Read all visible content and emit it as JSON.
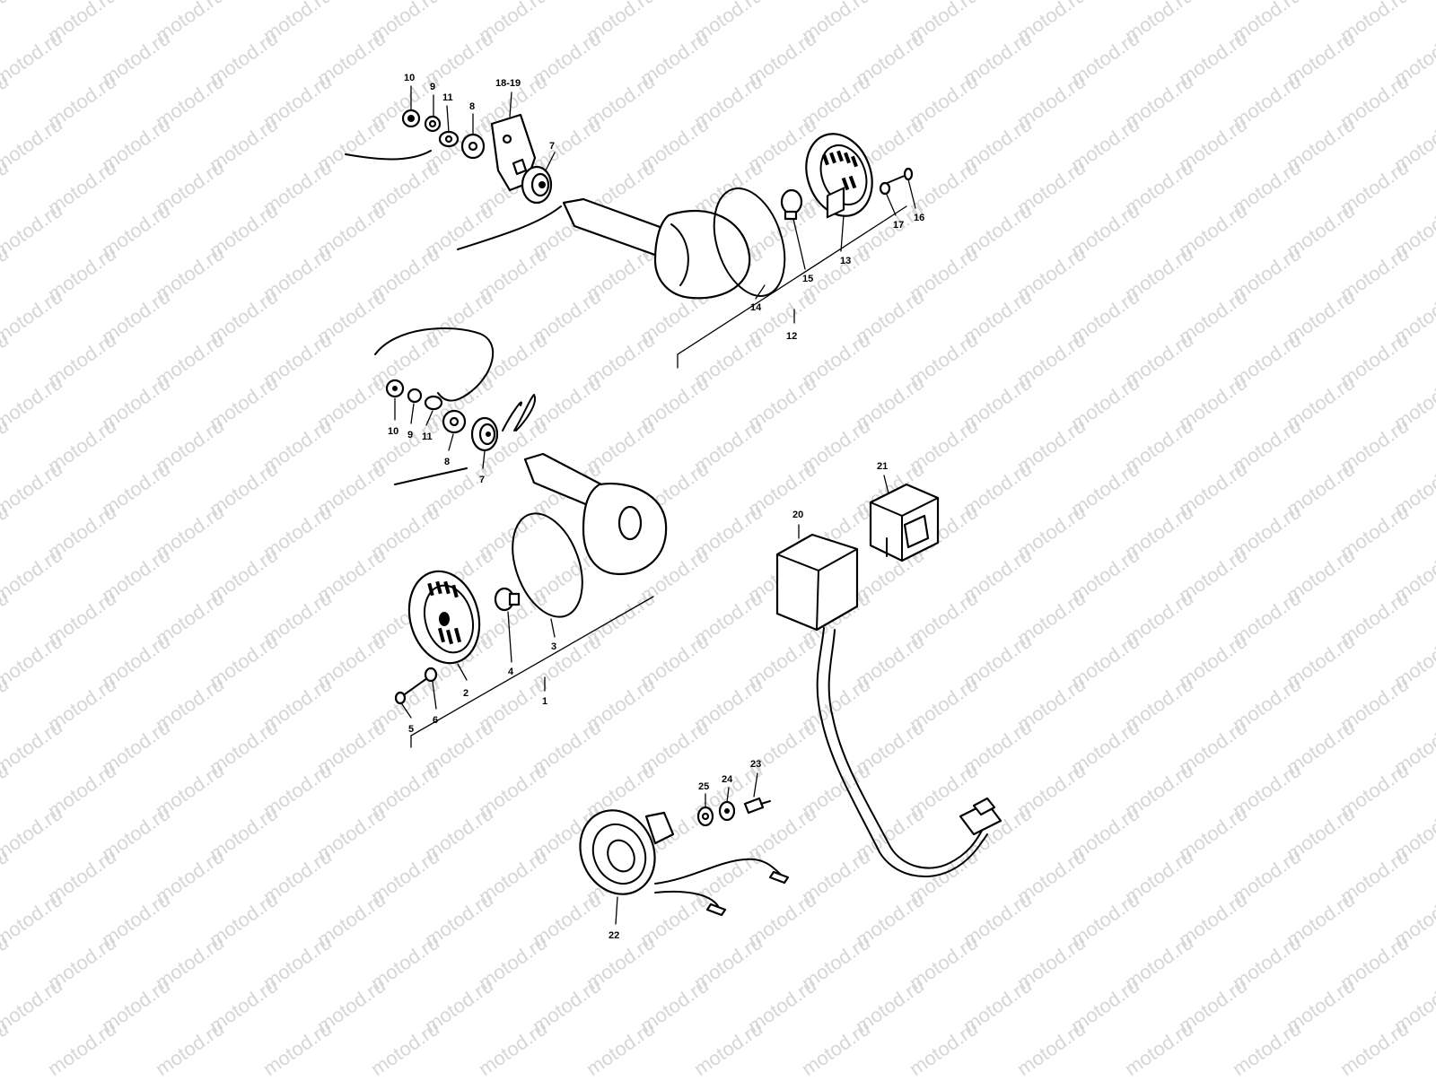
{
  "watermark": {
    "text": "motod.ru"
  },
  "callouts": {
    "c1": "1",
    "c2": "2",
    "c3": "3",
    "c4": "4",
    "c5": "5",
    "c6": "6",
    "c7_top": "7",
    "c7_mid": "7",
    "c8_top": "8",
    "c8_mid": "8",
    "c9_top": "9",
    "c9_mid": "9",
    "c10_top": "10",
    "c10_mid": "10",
    "c11_top": "11",
    "c11_mid": "11",
    "c12": "12",
    "c13": "13",
    "c14": "14",
    "c15": "15",
    "c16": "16",
    "c17": "17",
    "c18_19": "18-19",
    "c20": "20",
    "c21": "21",
    "c22": "22",
    "c23": "23",
    "c24": "24",
    "c25": "25"
  },
  "colors": {
    "ink": "#000000",
    "watermark": "#d6d6d6",
    "background": "#ffffff"
  }
}
